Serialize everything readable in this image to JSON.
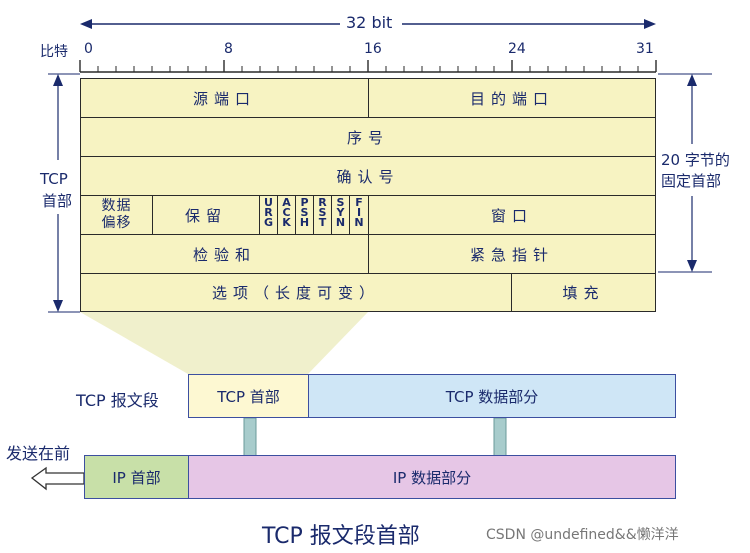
{
  "header": {
    "width_label": "32 bit",
    "bit_label": "比特",
    "tick_labels": [
      "0",
      "8",
      "16",
      "24",
      "31"
    ]
  },
  "side": {
    "left_label_line1": "TCP",
    "left_label_line2": "首部",
    "right_label_line1": "20 字节的",
    "right_label_line2": "固定首部"
  },
  "rows": {
    "row1": {
      "source_port": "源端口",
      "dest_port": "目的端口"
    },
    "row2": {
      "seq": "序号"
    },
    "row3": {
      "ack": "确认号"
    },
    "row4": {
      "offset_line1": "数据",
      "offset_line2": "偏移",
      "reserved": "保留",
      "flags": [
        [
          "U",
          "R",
          "G"
        ],
        [
          "A",
          "C",
          "K"
        ],
        [
          "P",
          "S",
          "H"
        ],
        [
          "R",
          "S",
          "T"
        ],
        [
          "S",
          "Y",
          "N"
        ],
        [
          "F",
          "I",
          "N"
        ]
      ],
      "window": "窗口"
    },
    "row5": {
      "checksum": "检验和",
      "urgent": "紧急指针"
    },
    "row6": {
      "options": "选项（长度可变）",
      "padding": "填充"
    }
  },
  "segment": {
    "label": "TCP 报文段",
    "header_box": "TCP 首部",
    "data_box": "TCP 数据部分"
  },
  "ip": {
    "send_first": "发送在前",
    "header_box": "IP 首部",
    "data_box": "IP 数据部分"
  },
  "caption": "TCP 报文段首部",
  "watermark": "CSDN @undefined&&懒洋洋",
  "colors": {
    "field_fill": "#f7f3c2",
    "tcp_header_fill": "#fdf8d2",
    "tcp_data_fill": "#cfe6f6",
    "ip_header_fill": "#c8e0a8",
    "ip_data_fill": "#e6c6e6",
    "text": "#1a2a6c",
    "arrow_fill": "#a8cccc"
  }
}
